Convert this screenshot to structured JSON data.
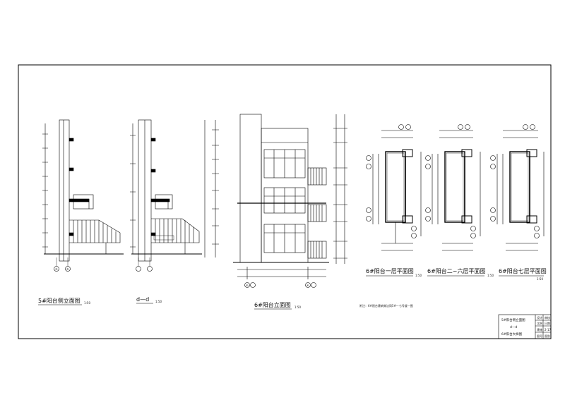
{
  "titles": {
    "elev5": "5#阳台侧立面图",
    "elev5_scale": "1:50",
    "section": "d—d",
    "section_scale": "1:50",
    "elev6": "6#阳台立面图",
    "elev6_scale": "1:50",
    "plan1": "6#阳台一层平面图",
    "plan1_scale": "1:50",
    "plan2": "6#阳台二~六层平面图",
    "plan2_scale": "1:50",
    "plan3": "6#阳台七层平面图",
    "plan3_scale": "1:50"
  },
  "note": "附注：6#阳台建筑做法同5#—七号楼—图",
  "title_block": {
    "line1": "5#阳台侧立面图",
    "line2": "d—d",
    "line3": "6#阳台大样图",
    "cells": [
      "设计",
      "审核",
      "比例",
      "日期",
      "建施",
      "2-17",
      "图号",
      "图别"
    ]
  },
  "axis_labels": [
    "①",
    "⑤",
    "⑥",
    "④"
  ]
}
